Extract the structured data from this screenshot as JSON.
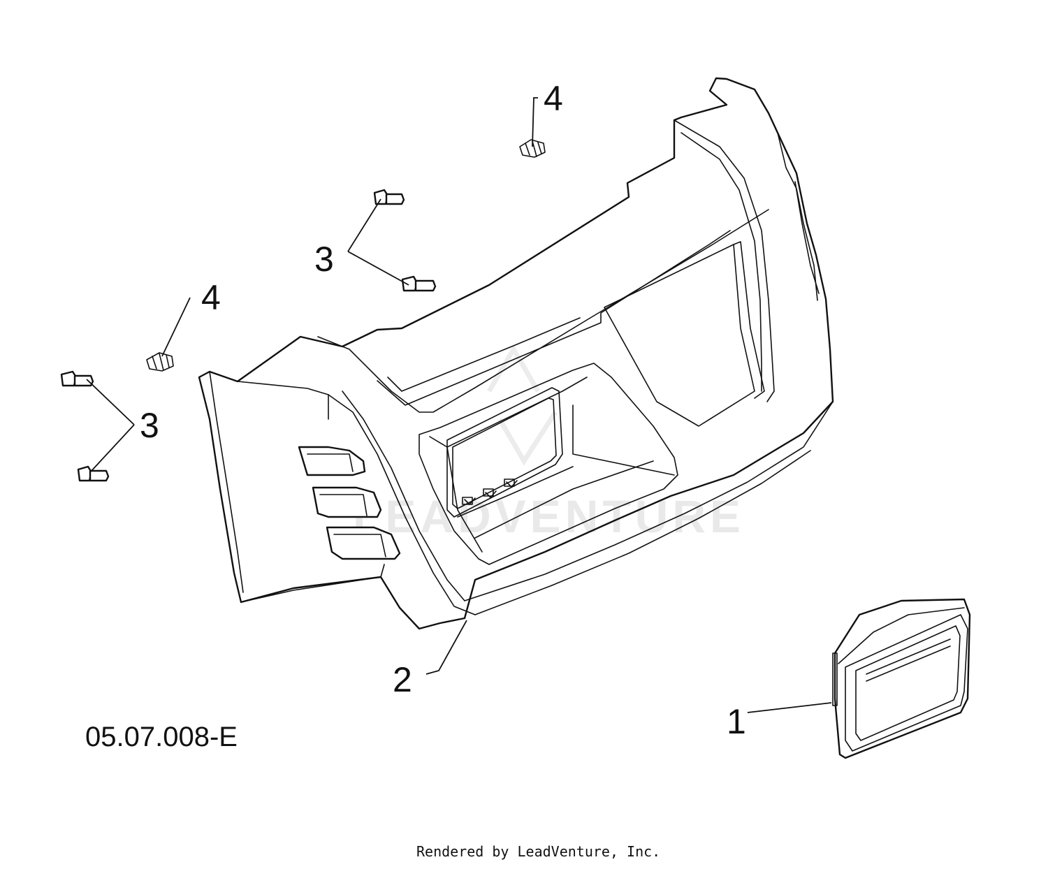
{
  "diagram": {
    "drawing_code": "05.07.008-E",
    "credit": "Rendered by LeadVenture, Inc.",
    "watermark": "LEADVENTURE",
    "callouts": {
      "part_1": "1",
      "part_2": "2",
      "part_3_upper": "3",
      "part_3_lower": "3",
      "part_4_upper": "4",
      "part_4_lower": "4"
    }
  }
}
